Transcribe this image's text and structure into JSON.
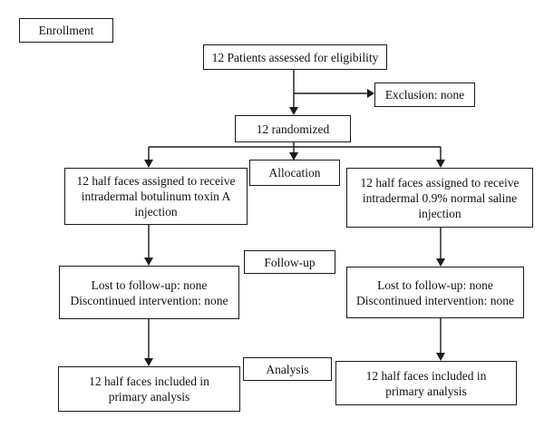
{
  "stages": {
    "enrollment": "Enrollment",
    "allocation": "Allocation",
    "follow_up": "Follow-up",
    "analysis": "Analysis"
  },
  "flow": {
    "assessed": "12 Patients assessed for eligibility",
    "exclusion": "Exclusion: none",
    "randomized": "12 randomized"
  },
  "arms": {
    "left": {
      "assigned": "12 half faces assigned to receive\nintradermal botulinum toxin A\ninjection",
      "lost": "Lost to follow-up: none\nDiscontinued intervention: none",
      "analyzed": "12 half faces included in\nprimary analysis"
    },
    "right": {
      "assigned": "12 half faces assigned to receive\nintradermal 0.9% normal saline\ninjection",
      "lost": "Lost to follow-up: none\nDiscontinued intervention: none",
      "analyzed": "12 half faces included in\nprimary analysis"
    }
  }
}
